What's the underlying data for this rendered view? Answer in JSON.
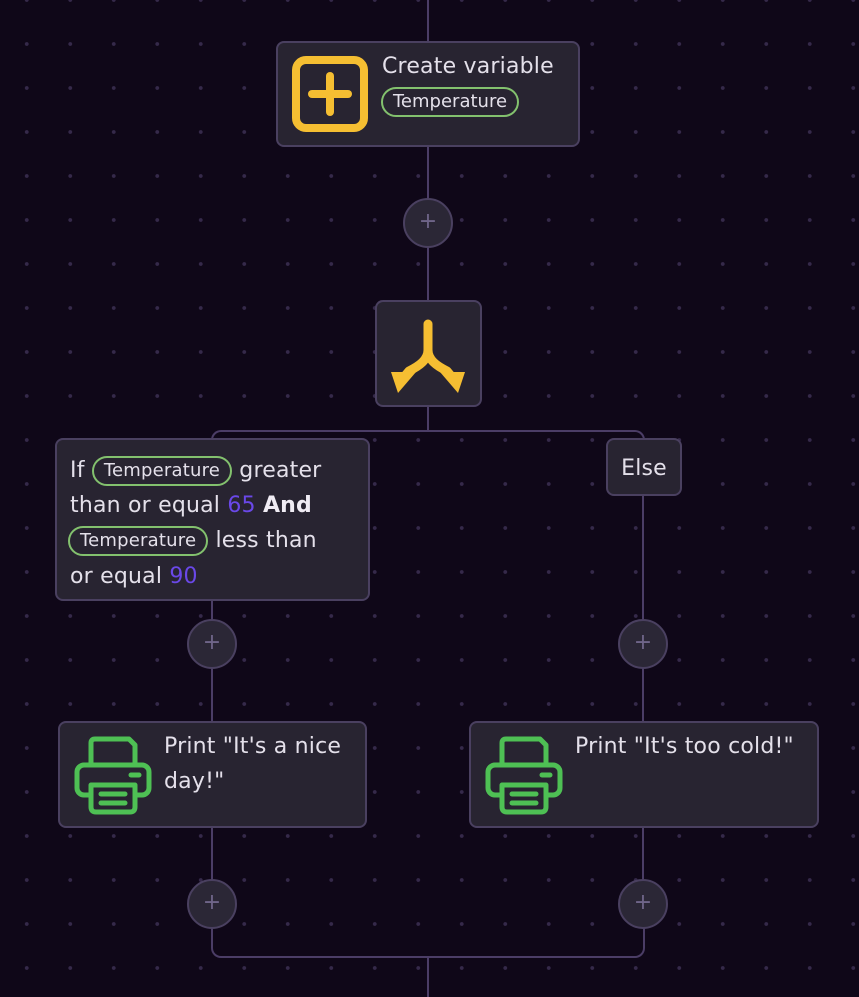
{
  "create_node": {
    "title": "Create variable",
    "variable": "Temperature",
    "icon": "add-square-icon",
    "icon_color": "#f5be32"
  },
  "branch_node": {
    "icon": "split-arrows-icon",
    "icon_color": "#f5be32"
  },
  "if_condition": {
    "prefix": "If",
    "variable_a": "Temperature",
    "op_a_line1": "greater",
    "op_a_line2": "than or equal",
    "value_a": "65",
    "joiner": "And",
    "variable_b": "Temperature",
    "op_b_line1": "less than",
    "op_b_line2": "or equal",
    "value_b": "90"
  },
  "else_label": "Else",
  "print_nodes": [
    {
      "line1": "Print \"It's a nice",
      "line2": "day!\"",
      "icon": "printer-icon"
    },
    {
      "line1": "Print \"It's too cold!\"",
      "line2": "",
      "icon": "printer-icon"
    }
  ],
  "add_step_symbol": "+",
  "colors": {
    "background": "#0f0718",
    "node": "#282431",
    "border": "#4a4060",
    "variable_pill": "#83c16e",
    "number": "#6a48e8",
    "print_icon": "#4ec054"
  }
}
